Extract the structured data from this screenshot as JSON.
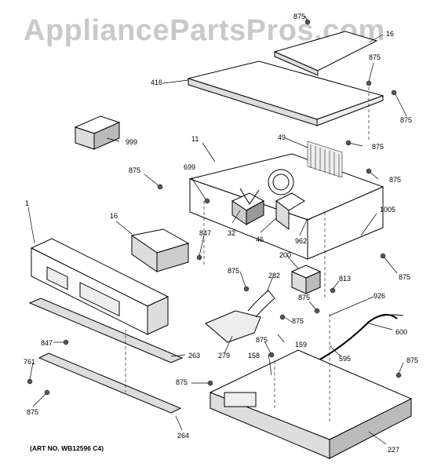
{
  "watermark": "AppliancePartsPros.com",
  "art_number": "(ART NO. WB12596 C4)",
  "callouts": {
    "c875a": "875",
    "c16top": "16",
    "c875b": "875",
    "c875c": "875",
    "c416": "416",
    "c999": "999",
    "c11": "11",
    "c49": "49",
    "c875d": "875",
    "c875e": "875",
    "c699": "699",
    "c875f": "875",
    "c1": "1",
    "c16": "16",
    "c847a": "847",
    "c32": "32",
    "c46": "46",
    "c962": "962",
    "c1005": "1005",
    "c200": "200",
    "c875g": "875",
    "c282": "282",
    "c875h": "875",
    "c813": "813",
    "c875i": "875",
    "c926": "926",
    "c875j": "875",
    "c600": "600",
    "c847b": "847",
    "c159": "159",
    "c263": "263",
    "c279": "279",
    "c875k": "875",
    "c595": "595",
    "c761": "761",
    "c158": "158",
    "c875l": "875",
    "c875m": "875",
    "c875n": "875",
    "c264": "264",
    "c227": "227"
  }
}
